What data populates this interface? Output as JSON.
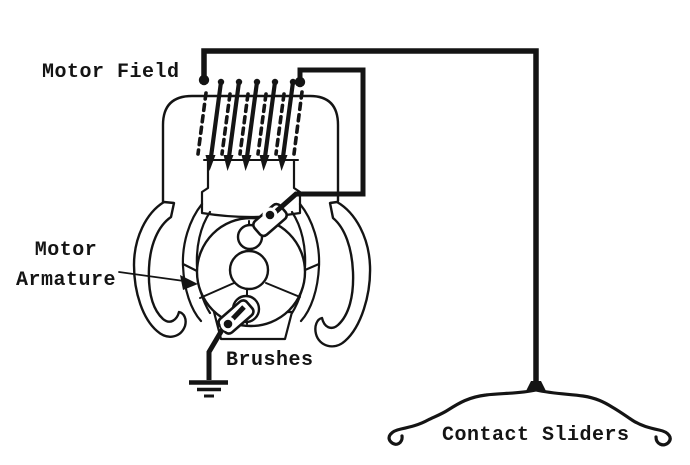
{
  "diagram": {
    "background_color": "#ffffff",
    "ink_color": "#141414",
    "labels": {
      "motor_field": "Motor Field",
      "motor_armature_line1": "Motor",
      "motor_armature_line2": "Armature",
      "brushes": "Brushes",
      "contact_sliders": "Contact Sliders"
    },
    "components": [
      "motor-field-coil",
      "motor-frame",
      "pole-piece",
      "motor-armature",
      "commutator",
      "top-brush",
      "bottom-brush",
      "ground-symbol",
      "supply-wires",
      "contact-slider-brace"
    ]
  }
}
